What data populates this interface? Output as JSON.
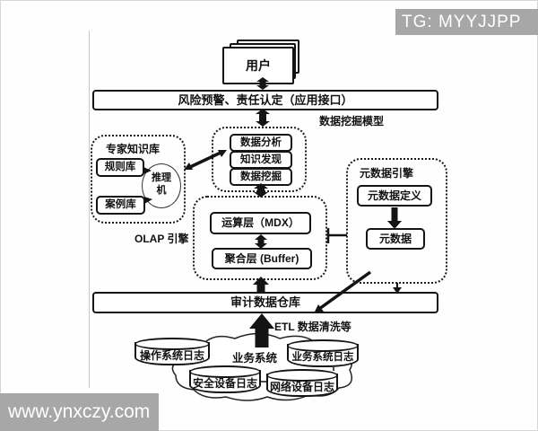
{
  "watermarks": {
    "top_right": "TG: MYYJJPP",
    "bottom_left": "www.ynxczy.com"
  },
  "diagram": {
    "users": {
      "label": "用户"
    },
    "app_interface_bar": {
      "label": "风险预警、责任认定（应用接口）"
    },
    "mining_model": {
      "label": "数据挖掘模型",
      "items": [
        "数据分析",
        "知识发现",
        "数据挖掘"
      ]
    },
    "expert_kb": {
      "label": "专家知识库",
      "rule_base": "规则库",
      "case_base": "案例库",
      "inference_engine": "推理机"
    },
    "olap_engine": {
      "label": "OLAP 引擎",
      "compute_layer": "运算层（MDX）",
      "aggregation_layer": "聚合层 (Buffer)"
    },
    "metadata_engine": {
      "label": "元数据引擎",
      "metadata_definition": "元数据定义",
      "metadata": "元数据"
    },
    "warehouse_bar": {
      "label": "审计数据仓库"
    },
    "etl_label": "ETL 数据清洗等",
    "sources": {
      "business_system": "业务系统",
      "os_log": "操作系统日志",
      "business_log": "业务系统日志",
      "security_log": "安全设备日志",
      "network_log": "网络设备日志"
    }
  },
  "colors": {
    "ink": "#141414",
    "background": "#ffffff",
    "watermark_bg": "#a7a7a7",
    "watermark_text": "#ffffff"
  }
}
